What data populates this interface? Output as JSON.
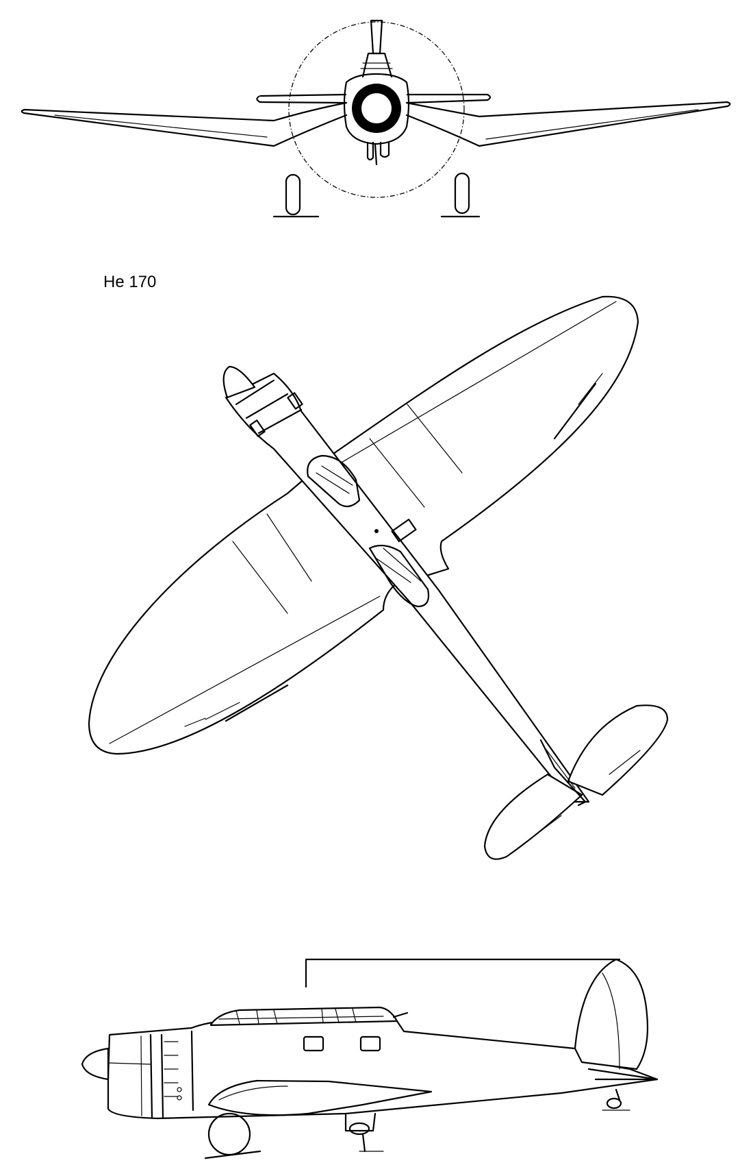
{
  "drawing": {
    "title": "He 170",
    "views": [
      "front",
      "top",
      "side"
    ]
  },
  "colors": {
    "line": "#000000",
    "background": "#ffffff"
  }
}
